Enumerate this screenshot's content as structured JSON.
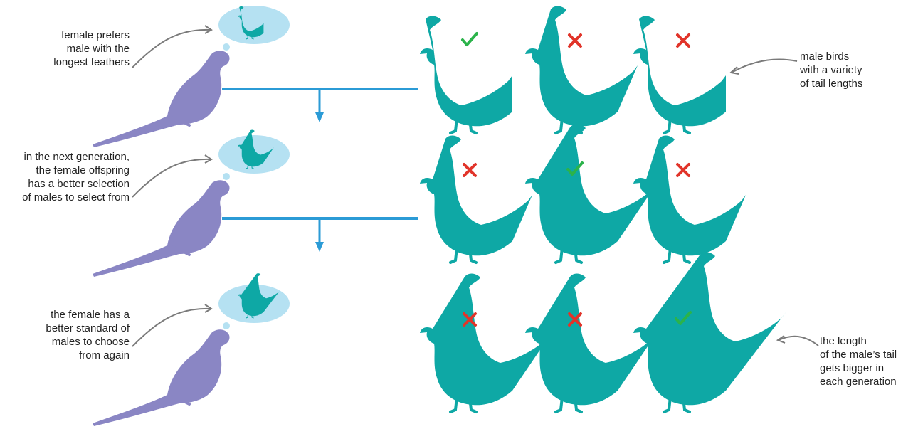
{
  "colors": {
    "female": "#8a86c4",
    "male": "#0ea8a5",
    "bubble": "#b5e1f2",
    "bubble_bird": "#0ea8a5",
    "arrow": "#2b9bd6",
    "check": "#2bb34a",
    "cross": "#e1342a",
    "pointer": "#7a7a7a"
  },
  "rows": [
    {
      "female_label": "female prefers\nmale with the\nlongest feathers",
      "males": [
        {
          "tail": "short",
          "mark": "check"
        },
        {
          "tail": "medium",
          "mark": "cross"
        },
        {
          "tail": "short",
          "mark": "cross"
        }
      ],
      "has_arrow": true
    },
    {
      "female_label": "in the next generation,\nthe female offspring\nhas a better selection\nof males to select from",
      "males": [
        {
          "tail": "medium",
          "mark": "cross"
        },
        {
          "tail": "long",
          "mark": "check"
        },
        {
          "tail": "medium",
          "mark": "cross"
        }
      ],
      "has_arrow": true
    },
    {
      "female_label": "the female has a\nbetter standard of\nmales to choose\nfrom again",
      "males": [
        {
          "tail": "long",
          "mark": "cross"
        },
        {
          "tail": "long",
          "mark": "cross"
        },
        {
          "tail": "longest",
          "mark": "check"
        }
      ],
      "has_arrow": false
    }
  ],
  "side_labels": [
    "male birds\nwith a variety\nof tail lengths",
    "the length\nof the male’s tail\ngets bigger in\neach generation"
  ]
}
